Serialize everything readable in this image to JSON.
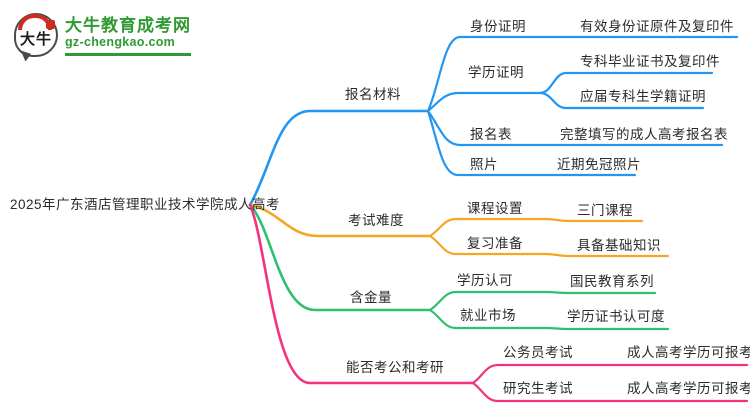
{
  "logo": {
    "site_name": "大牛教育成考网",
    "site_url": "gz-chengkao.com",
    "badge_text": "大牛"
  },
  "root": {
    "title": "2025年广东酒店管理职业技术学院成人高考"
  },
  "colors": {
    "text": "#2b2b2b",
    "logo_green": "#2f9a32",
    "logo_red": "#cf2b20"
  },
  "branches": [
    {
      "label": "报名材料",
      "color": "#2196F3",
      "children": [
        {
          "label": "身份证明",
          "leaves": [
            "有效身份证原件及复印件"
          ]
        },
        {
          "label": "学历证明",
          "leaves": [
            "专科毕业证书及复印件",
            "应届专科生学籍证明"
          ]
        },
        {
          "label": "报名表",
          "leaves": [
            "完整填写的成人高考报名表"
          ]
        },
        {
          "label": "照片",
          "leaves": [
            "近期免冠照片"
          ]
        }
      ]
    },
    {
      "label": "考试难度",
      "color": "#F5A623",
      "children": [
        {
          "label": "课程设置",
          "leaves": [
            "三门课程"
          ]
        },
        {
          "label": "复习准备",
          "leaves": [
            "具备基础知识"
          ]
        }
      ]
    },
    {
      "label": "含金量",
      "color": "#2EC06F",
      "children": [
        {
          "label": "学历认可",
          "leaves": [
            "国民教育系列"
          ]
        },
        {
          "label": "就业市场",
          "leaves": [
            "学历证书认可度"
          ]
        }
      ]
    },
    {
      "label": "能否考公和考研",
      "color": "#F5317F",
      "children": [
        {
          "label": "公务员考试",
          "leaves": [
            "成人高考学历可报考"
          ]
        },
        {
          "label": "研究生考试",
          "leaves": [
            "成人高考学历可报考"
          ]
        }
      ]
    }
  ]
}
